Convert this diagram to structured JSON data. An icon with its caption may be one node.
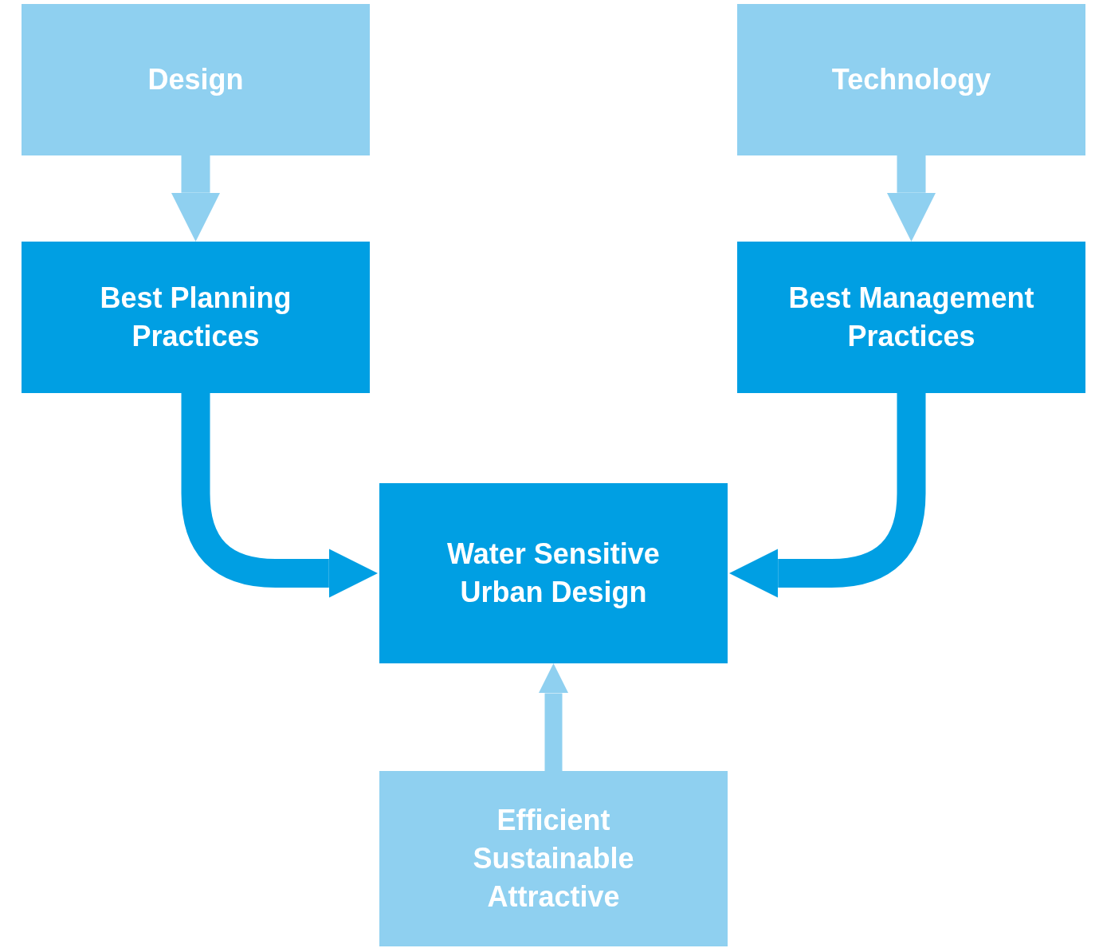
{
  "diagram": {
    "nodes": [
      {
        "text": [
          "Design"
        ]
      },
      {
        "text": [
          "Technology"
        ]
      },
      {
        "text": [
          "Best Planning Practices"
        ]
      },
      {
        "text": [
          "Best Management Practices"
        ]
      },
      {
        "text": [
          "Water Sensitive Urban Design"
        ]
      },
      {
        "text": [
          "Efficient Sustainable Attractive"
        ]
      }
    ],
    "edges": [
      {
        "from": 0,
        "to": 2,
        "arrow": "to"
      },
      {
        "from": 1,
        "to": 3,
        "arrow": "to"
      },
      {
        "from": 2,
        "to": 4,
        "arrow": "to",
        "color": "#009fe3"
      },
      {
        "from": 3,
        "to": 4,
        "arrow": "to",
        "color": "#009fe3"
      },
      {
        "from": 5,
        "to": 4,
        "arrow": "to"
      }
    ]
  }
}
